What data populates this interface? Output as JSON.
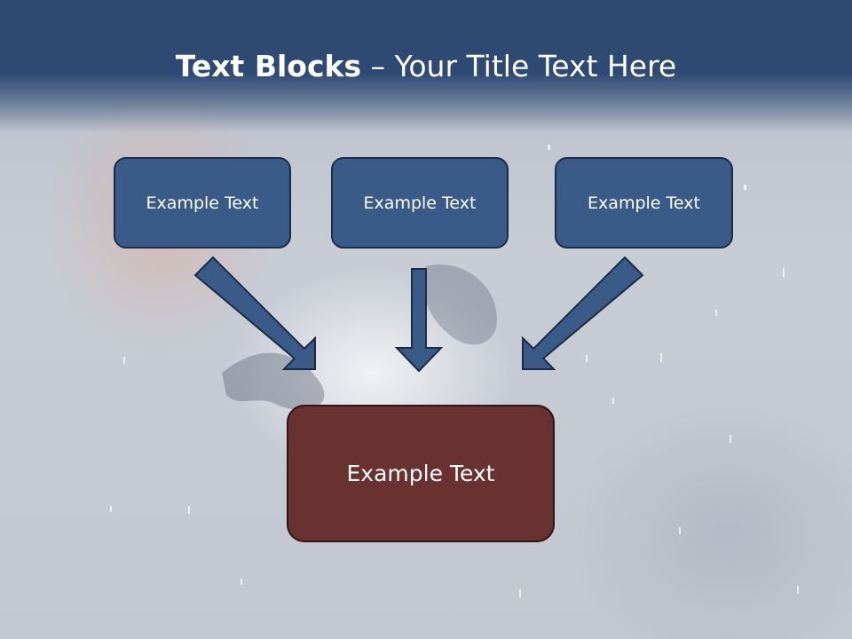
{
  "slide": {
    "title_bold": "Text Blocks",
    "title_rest": " – Your Title Text Here"
  },
  "blocks": [
    {
      "label": "Example Text"
    },
    {
      "label": "Example Text"
    },
    {
      "label": "Example Text"
    }
  ],
  "target": {
    "label": "Example Text"
  },
  "colors": {
    "header": "#2e4a73",
    "block_fill": "#3a5a88",
    "block_border": "#1c2c46",
    "target_fill": "#6a3131",
    "arrow_fill": "#3a5a88"
  }
}
